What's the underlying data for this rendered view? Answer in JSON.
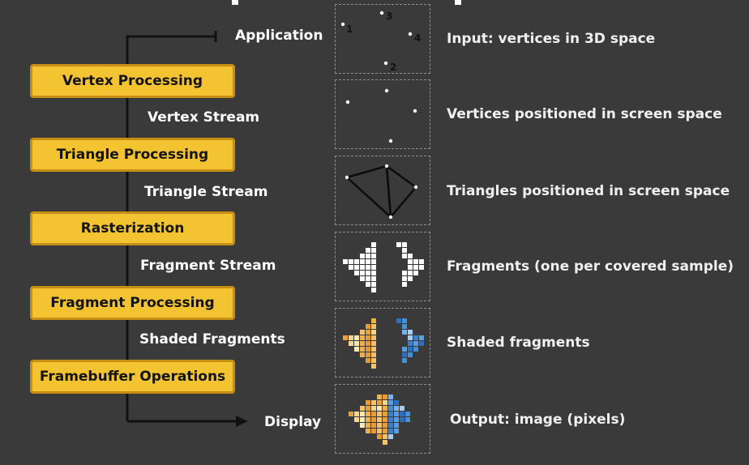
{
  "stages": [
    {
      "label": "Vertex Processing"
    },
    {
      "label": "Triangle Processing"
    },
    {
      "label": "Rasterization"
    },
    {
      "label": "Fragment Processing"
    },
    {
      "label": "Framebuffer Operations"
    }
  ],
  "streams": [
    {
      "label": "Application"
    },
    {
      "label": "Vertex Stream"
    },
    {
      "label": "Triangle Stream"
    },
    {
      "label": "Fragment Stream"
    },
    {
      "label": "Shaded Fragments"
    },
    {
      "label": "Display"
    }
  ],
  "descriptions": [
    "Input: vertices in 3D space",
    "Vertices positioned in screen space",
    "Triangles positioned in screen space",
    "Fragments (one per covered sample)",
    "Shaded fragments",
    "Output: image (pixels)"
  ],
  "vertex_labels": [
    "1",
    "2",
    "3",
    "4"
  ],
  "colors": {
    "background": "#3a3a3a",
    "stage_fill": "#f3c332",
    "stage_border": "#c68e15",
    "fragment_orange": "#e8a13a",
    "fragment_blue": "#4a8fd6"
  }
}
